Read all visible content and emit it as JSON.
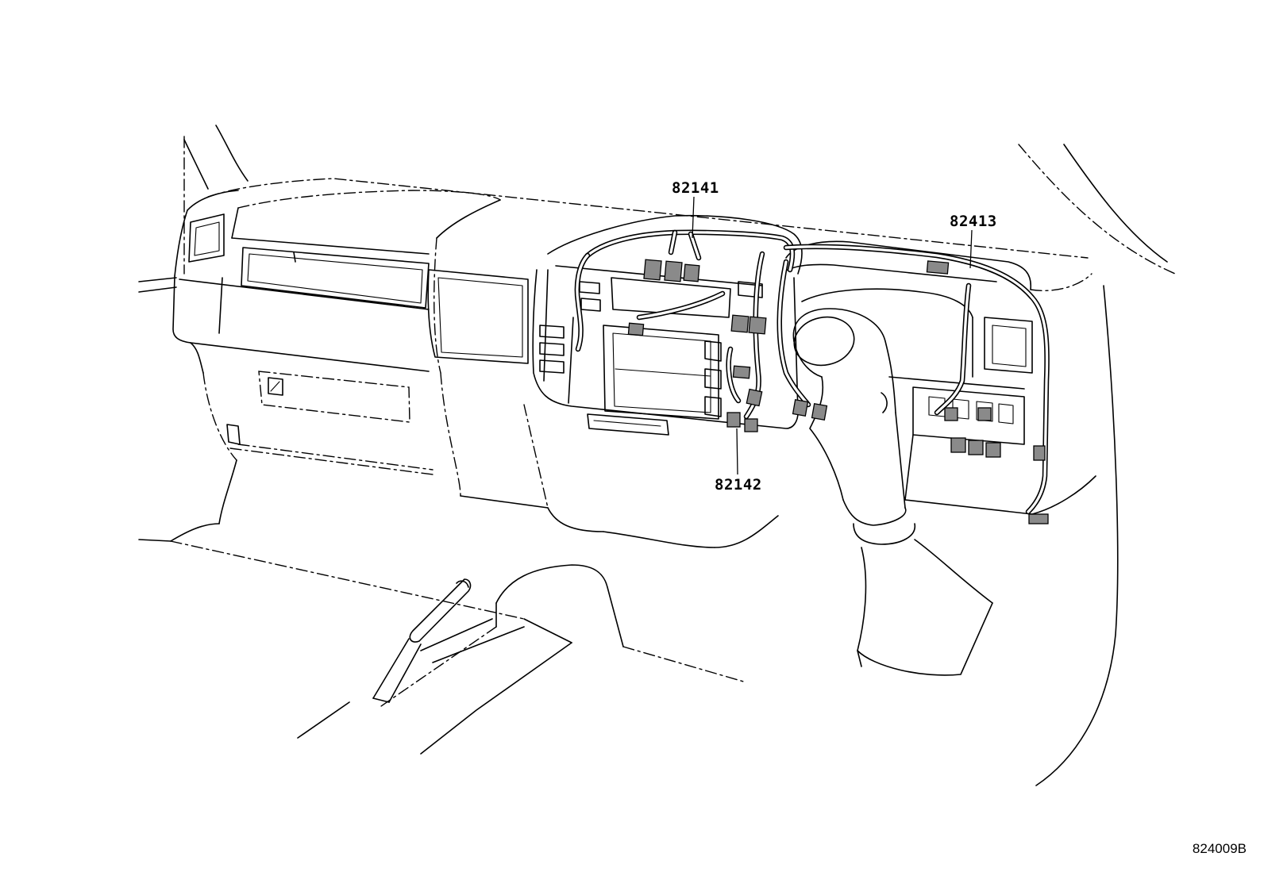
{
  "diagram": {
    "callouts": [
      {
        "id": "82141",
        "label": "82141"
      },
      {
        "id": "82413",
        "label": "82413"
      },
      {
        "id": "82142",
        "label": "82142"
      }
    ],
    "reference_code": "824009B"
  }
}
